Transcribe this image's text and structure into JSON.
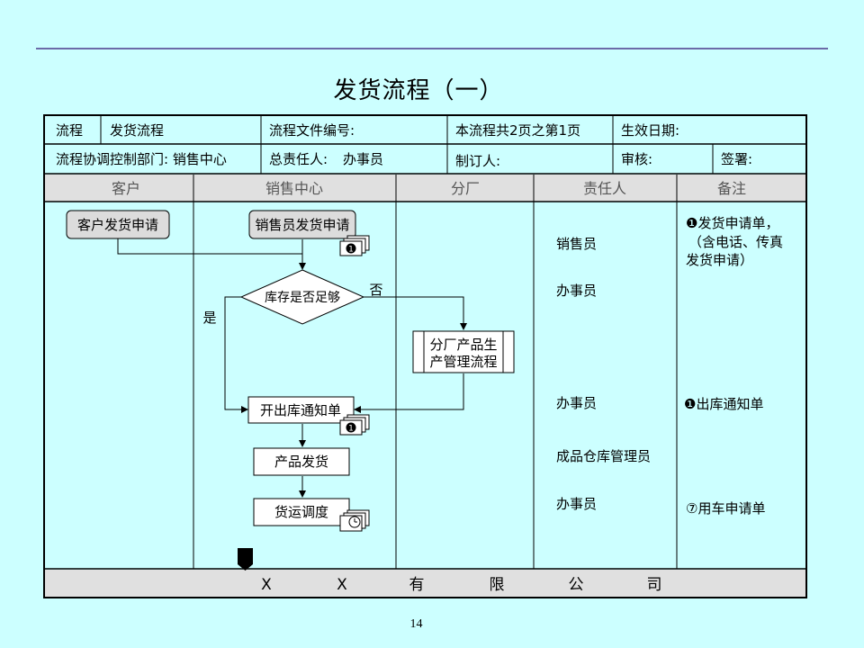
{
  "title": "发货流程（一）",
  "info_rows": [
    [
      "流程",
      "发货流程",
      "流程文件编号:",
      "本流程共2页之第1页",
      "生效日期:"
    ],
    [
      "流程协调控制部门: 销售中心",
      "总责任人:",
      "办事员",
      "制订人:",
      "审核:",
      "签署:"
    ]
  ],
  "lanes": [
    "客户",
    "销售中心",
    "分厂",
    "责任人",
    "备注"
  ],
  "flow": {
    "customer_request": "客户发货申请",
    "sales_request": "销售员发货申请",
    "stock_check": "库存是否足够",
    "yes_label": "是",
    "no_label": "否",
    "branch_process": [
      "分厂产品生",
      "产管理流程"
    ],
    "issue_notice": "开出库通知单",
    "ship_product": "产品发货",
    "transport_schedule": "货运调度"
  },
  "responsible": [
    "销售员",
    "办事员",
    "办事员",
    "成品仓库管理员",
    "办事员"
  ],
  "notes": {
    "note1": [
      "❶发货申请单，",
      "（含电话、传真",
      "发货申请）"
    ],
    "note2": "❶出库通知单",
    "note3": "⑦用车申请单"
  },
  "footer_letters": [
    "X",
    "X",
    "有",
    "限",
    "公",
    "司"
  ],
  "page_number": "14",
  "icons": [
    "document-stack-icon",
    "clock-icon",
    "page-connector-icon"
  ],
  "colors": {
    "background": "#ccffff",
    "header_band": "#e0e0e0",
    "border": "#000000",
    "rule": "#6b6ba8",
    "start_box_fill": "#dcdcdc"
  }
}
